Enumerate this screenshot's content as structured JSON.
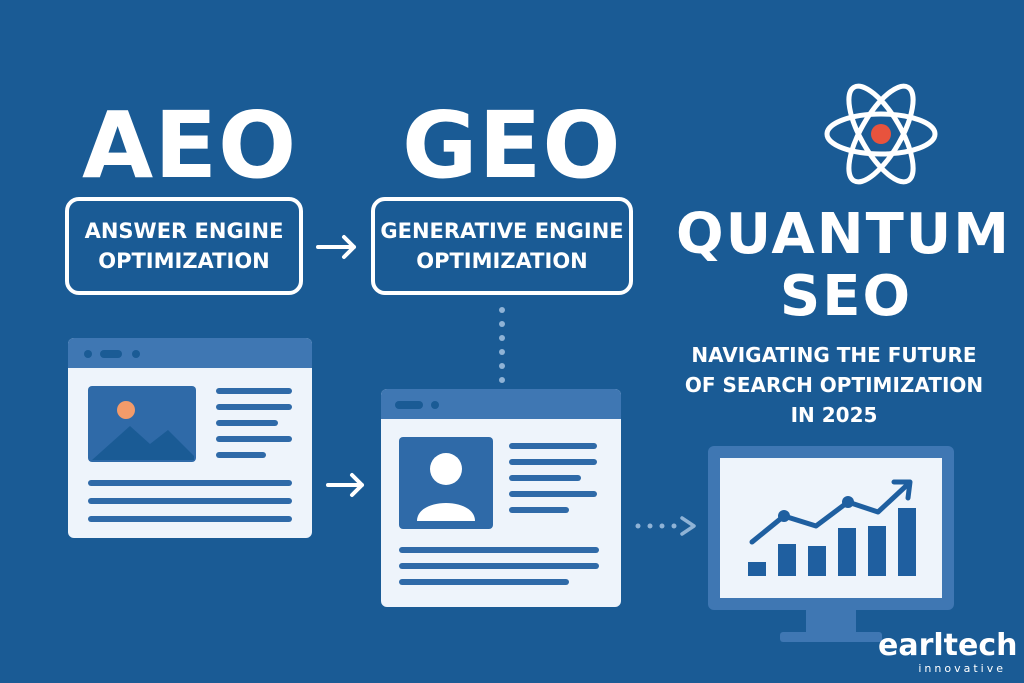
{
  "aeo": {
    "title": "AEO",
    "line1": "ANSWER ENGINE",
    "line2": "OPTIMIZATION"
  },
  "geo": {
    "title": "GEO",
    "line1": "GENERATIVE ENGINE",
    "line2": "OPTIMIZATION"
  },
  "quantum": {
    "line1": "QUANTUM",
    "line2": "SEO",
    "sub1": "NAVIGATING THE FUTURE",
    "sub2": "OF SEARCH OPTIMIZATION",
    "sub3": "IN 2025"
  },
  "brand": {
    "name": "earltech",
    "tagline": "innovative"
  },
  "colors": {
    "background": "#1a5b95",
    "panel": "#eef4fb",
    "accent_blue": "#2f6aa8",
    "atom_core": "#e8533d",
    "image_sun": "#f29b6a"
  },
  "icons": {
    "atom": "atom-icon",
    "arrow": "arrow-right-icon",
    "image": "image-placeholder-icon",
    "user": "user-avatar-icon",
    "chart": "growth-chart-icon"
  }
}
